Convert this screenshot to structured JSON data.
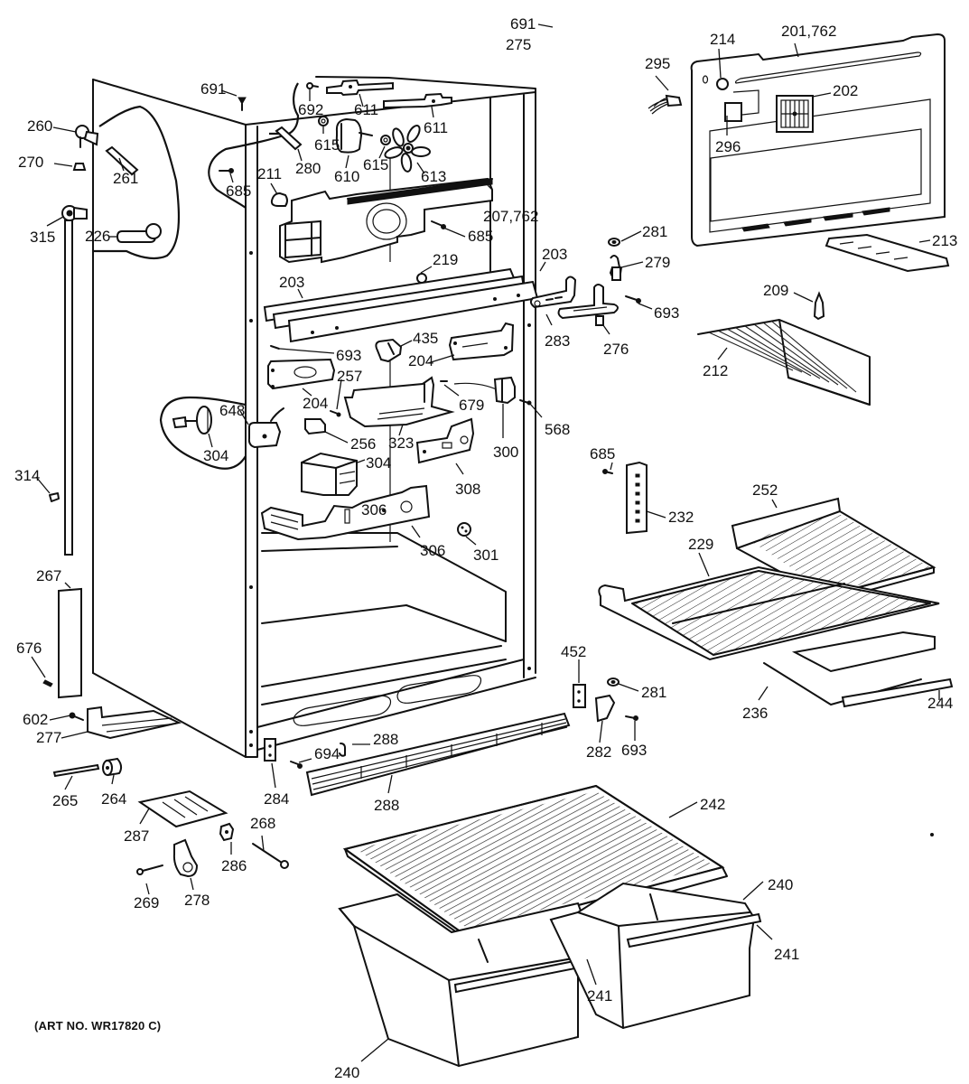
{
  "diagram": {
    "title": "Refrigerator cabinet parts exploded view",
    "art_number": "(ART NO. WR17820 C)",
    "labels": {
      "l691a": "691",
      "l691b": "691",
      "l275": "275",
      "l692": "692",
      "l611a": "611",
      "l611b": "611",
      "l615a": "615",
      "l615b": "615",
      "l610": "610",
      "l613": "613",
      "l280": "280",
      "l685a": "685",
      "l211": "211",
      "l260": "260",
      "l270": "270",
      "l261": "261",
      "l315": "315",
      "l226": "226",
      "l207": "207,762",
      "l685b": "685",
      "l201": "201,762",
      "l214": "214",
      "l202": "202",
      "l295": "295",
      "l296": "296",
      "l213": "213",
      "l281a": "281",
      "l279": "279",
      "l203a": "203",
      "l203b": "203",
      "l219": "219",
      "l283": "283",
      "l276": "276",
      "l693a": "693",
      "l209": "209",
      "l212": "212",
      "l693b": "693",
      "l435": "435",
      "l204a": "204",
      "l204b": "204",
      "l257": "257",
      "l679": "679",
      "l568": "568",
      "l648": "648",
      "l304a": "304",
      "l256": "256",
      "l323": "323",
      "l300": "300",
      "l304b": "304",
      "l308": "308",
      "l306a": "306",
      "l306b": "306",
      "l301": "301",
      "l314": "314",
      "l685c": "685",
      "l232": "232",
      "l252": "252",
      "l229": "229",
      "l267": "267",
      "l676": "676",
      "l452": "452",
      "l281b": "281",
      "l236": "236",
      "l244": "244",
      "l602": "602",
      "l277": "277",
      "l288a": "288",
      "l694": "694",
      "l282": "282",
      "l693c": "693",
      "l265": "265",
      "l264": "264",
      "l284": "284",
      "l288b": "288",
      "l242": "242",
      "l287": "287",
      "l268": "268",
      "l286": "286",
      "l269": "269",
      "l278": "278",
      "l240a": "240",
      "l241a": "241",
      "l241b": "241",
      "l240b": "240"
    }
  }
}
